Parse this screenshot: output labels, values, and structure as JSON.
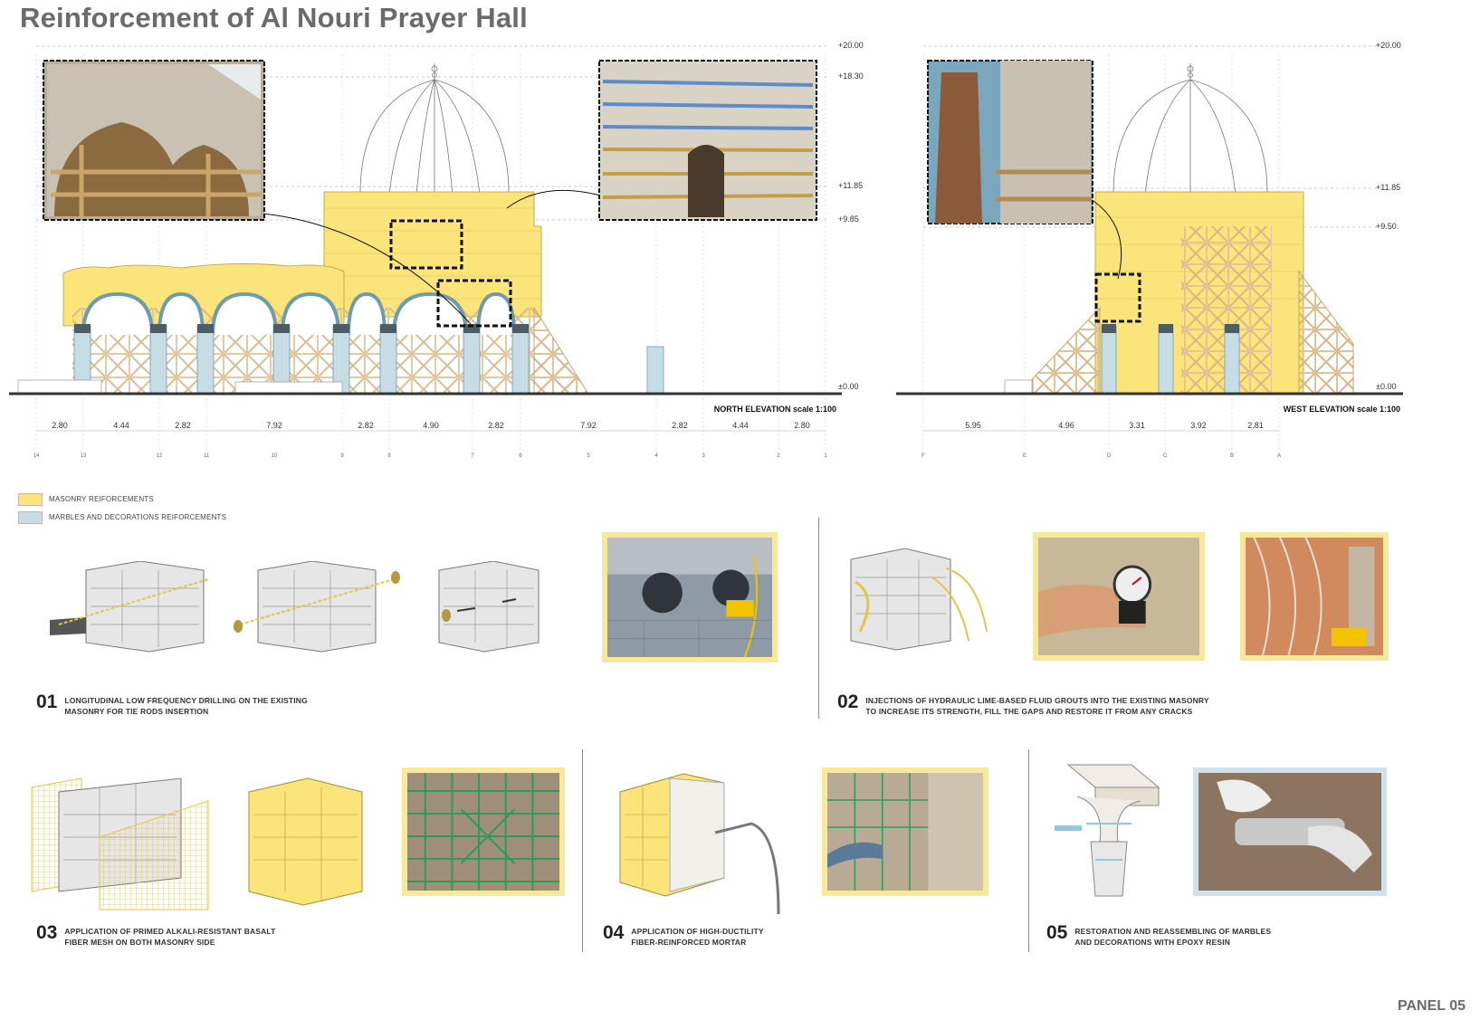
{
  "title": "Reinforcement of Al Nouri Prayer Hall",
  "panel": "PANEL 05",
  "north_elevation": {
    "label": "NORTH ELEVATION scale 1:100",
    "levels": [
      "+20.00",
      "+18.30",
      "+11.85",
      "+9.85",
      "±0.00"
    ],
    "dimensions": [
      "2.80",
      "4.44",
      "2.82",
      "7.92",
      "2.82",
      "4.90",
      "2.82",
      "7.92",
      "2.82",
      "4.44",
      "2.80"
    ],
    "axes": [
      "14",
      "13",
      "12",
      "11",
      "10",
      "9",
      "8",
      "7",
      "6",
      "5",
      "4",
      "3",
      "2",
      "1"
    ]
  },
  "west_elevation": {
    "label": "WEST ELEVATION scale 1:100",
    "levels": [
      "+20.00",
      "+11.85",
      "+9.50",
      "±0.00"
    ],
    "dimensions": [
      "5.95",
      "4.96",
      "3.31",
      "3.92",
      "2.81"
    ],
    "axes": [
      "F",
      "E",
      "D",
      "C",
      "B",
      "A"
    ]
  },
  "legend": [
    {
      "label": "MASONRY REIFORCEMENTS",
      "color": "#fbe57a"
    },
    {
      "label": "MARBLES AND DECORATIONS REIFORCEMENTS",
      "color": "#c7dde6"
    }
  ],
  "steps": [
    {
      "num": "01",
      "line1": "LONGITUDINAL LOW FREQUENCY DRILLING ON THE EXISTING",
      "line2": "MASONRY FOR TIE RODS INSERTION"
    },
    {
      "num": "02",
      "line1": "INJECTIONS OF HYDRAULIC LIME-BASED FLUID GROUTS INTO THE EXISTING MASONRY",
      "line2": "TO INCREASE ITS STRENGTH, FILL THE GAPS AND RESTORE IT FROM ANY CRACKS"
    },
    {
      "num": "03",
      "line1": "APPLICATION OF PRIMED ALKALI-RESISTANT BASALT",
      "line2": "FIBER MESH ON BOTH MASONRY SIDE"
    },
    {
      "num": "04",
      "line1": "APPLICATION OF HIGH-DUCTILITY",
      "line2": "FIBER-REINFORCED MORTAR"
    },
    {
      "num": "05",
      "line1": "RESTORATION AND REASSEMBLING OF MARBLES",
      "line2": "AND DECORATIONS WITH EPOXY RESIN"
    }
  ],
  "colors": {
    "masonry": "#fbe57a",
    "marble": "#c7dde6",
    "timber": "#e4c9a0",
    "photo_frame": "#f8e89a"
  }
}
